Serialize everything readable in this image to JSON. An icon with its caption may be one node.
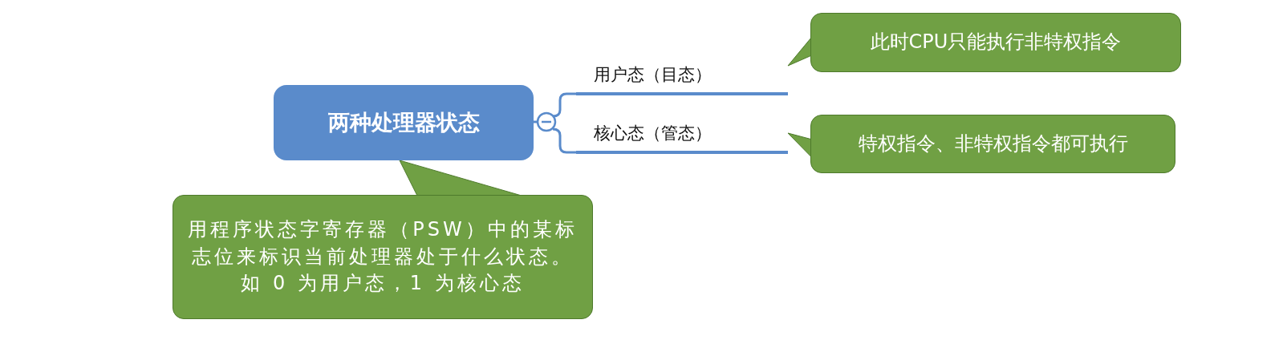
{
  "diagram": {
    "nodes": [
      {
        "text": [
          "两种处理器状态"
        ]
      },
      {
        "text": [
          "用户态（目态）"
        ]
      },
      {
        "text": [
          "核心态（管态）"
        ]
      },
      {
        "text": [
          "此时CPU只能执行非特权指令"
        ]
      },
      {
        "text": [
          "特权指令、非特权指令都可执行"
        ]
      },
      {
        "text": [
          "用程序状态字寄存器（PSW）中的某标志位来标识当前处理器处于什么状态。如 0 为用户态，1 为核心态"
        ]
      }
    ],
    "edges": [
      {
        "from": 0,
        "to": 1,
        "arrow": "none"
      },
      {
        "from": 0,
        "to": 2,
        "arrow": "none"
      },
      {
        "from": 3,
        "to": 1,
        "arrow": "to"
      },
      {
        "from": 4,
        "to": 2,
        "arrow": "to"
      },
      {
        "from": 5,
        "to": 0,
        "arrow": "to"
      }
    ]
  }
}
